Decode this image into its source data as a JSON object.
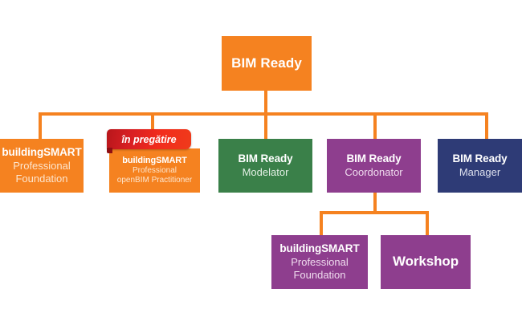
{
  "chart_data": {
    "type": "diagram",
    "title": "BIM Ready",
    "diagram_kind": "organizational-hierarchy",
    "background": "#ffffff",
    "connector_color": "#f58220",
    "levels": 3
  },
  "colors": {
    "orange": "#f58220",
    "green": "#3a8049",
    "purple": "#8e3e8e",
    "navy": "#2e3b76",
    "red_ribbon": "#d81f23",
    "background": "#ffffff"
  },
  "root": {
    "line1": "BIM Ready"
  },
  "ribbon": {
    "label": "în pregătire"
  },
  "children": [
    {
      "name": "bs-professional-foundation",
      "line1": "buildingSMART",
      "line2": "Professional",
      "line3": "Foundation",
      "color": "#f58220"
    },
    {
      "name": "bs-openbim-practitioner",
      "line1": "buildingSMART",
      "line2": "Professional",
      "line3": "openBIM Practitioner",
      "color": "#f58220"
    },
    {
      "name": "bim-ready-modelator",
      "line1": "BIM Ready",
      "line2": "Modelator",
      "color": "#3a8049"
    },
    {
      "name": "bim-ready-coordonator",
      "line1": "BIM Ready",
      "line2": "Coordonator",
      "color": "#8e3e8e"
    },
    {
      "name": "bim-ready-manager",
      "line1": "BIM Ready",
      "line2": "Manager",
      "color": "#2e3b76"
    }
  ],
  "subchildren": [
    {
      "name": "bs-professional-foundation-sub",
      "line1": "buildingSMART",
      "line2": "Professional",
      "line3": "Foundation",
      "color": "#8e3e8e"
    },
    {
      "name": "workshop",
      "line1": "Workshop",
      "color": "#8e3e8e"
    }
  ]
}
